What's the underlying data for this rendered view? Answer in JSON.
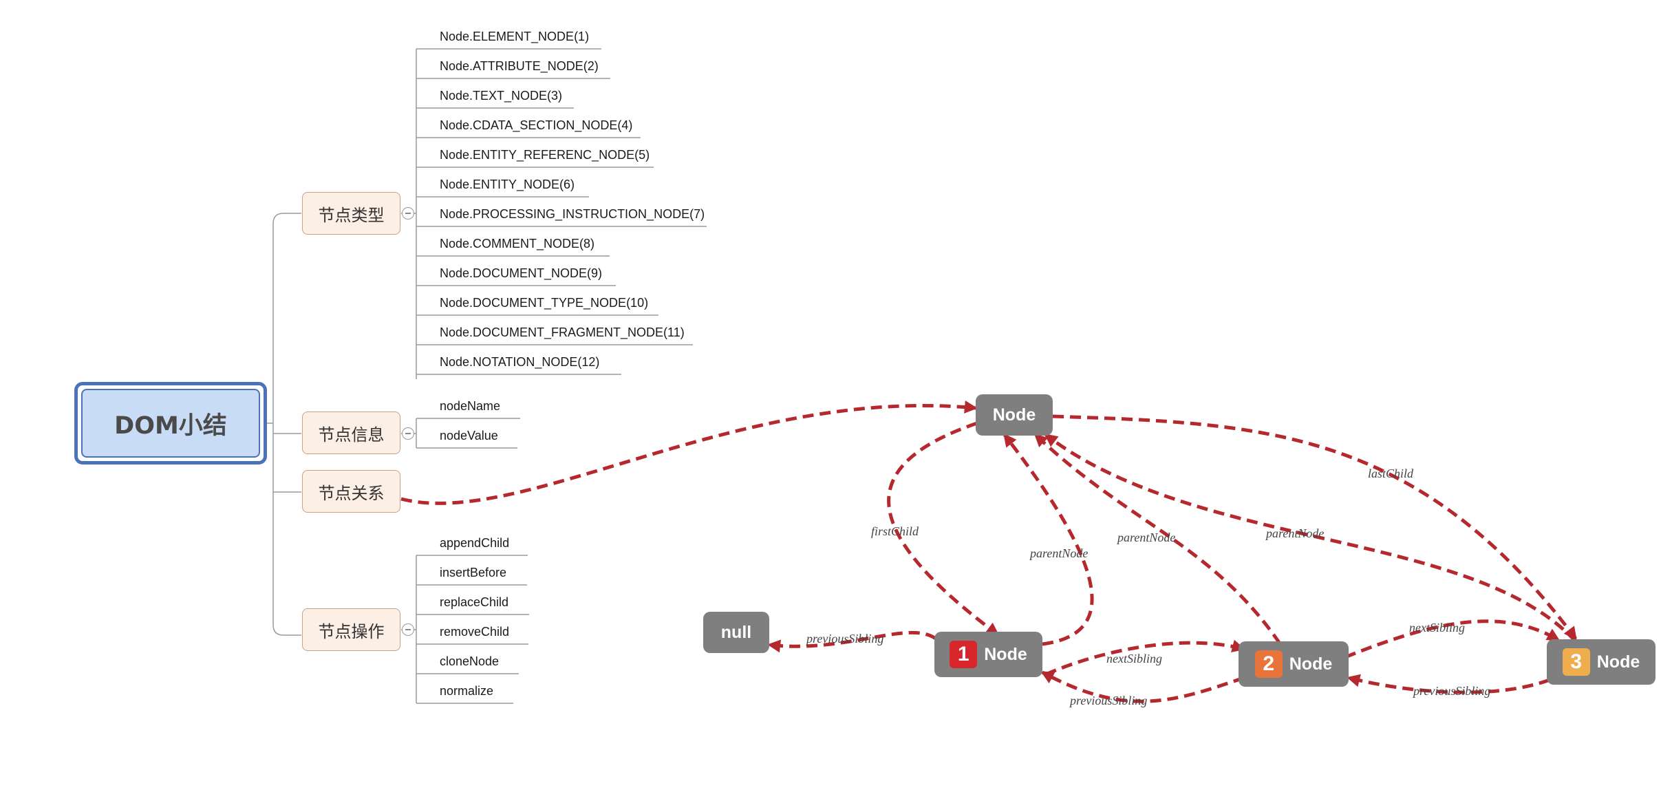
{
  "root": {
    "title": "DOM小结"
  },
  "node_types": {
    "label": "节点类型",
    "items": [
      "Node.ELEMENT_NODE(1)",
      "Node.ATTRIBUTE_NODE(2)",
      "Node.TEXT_NODE(3)",
      "Node.CDATA_SECTION_NODE(4)",
      "Node.ENTITY_REFERENC_NODE(5)",
      "Node.ENTITY_NODE(6)",
      "Node.PROCESSING_INSTRUCTION_NODE(7)",
      "Node.COMMENT_NODE(8)",
      "Node.DOCUMENT_NODE(9)",
      "Node.DOCUMENT_TYPE_NODE(10)",
      "Node.DOCUMENT_FRAGMENT_NODE(11)",
      "Node.NOTATION_NODE(12)"
    ]
  },
  "node_info": {
    "label": "节点信息",
    "items": [
      "nodeName",
      "nodeValue"
    ]
  },
  "node_relations": {
    "label": "节点关系"
  },
  "node_ops": {
    "label": "节点操作",
    "items": [
      "appendChild",
      "insertBefore",
      "replaceChild",
      "removeChild",
      "cloneNode",
      "normalize"
    ]
  },
  "relation_diagram": {
    "parent_node": "Node",
    "null_node": "null",
    "children": [
      {
        "badge": "1",
        "label": "Node",
        "badge_color": "#d9262c"
      },
      {
        "badge": "2",
        "label": "Node",
        "badge_color": "#e8743b"
      },
      {
        "badge": "3",
        "label": "Node",
        "badge_color": "#f0ad4e"
      }
    ],
    "edge_labels": {
      "firstChild": "firstChild",
      "lastChild": "lastChild",
      "parent1": "parentNode",
      "parent2": "parentNode",
      "parent3": "parentNode",
      "prevNull": "previousSibling",
      "next12": "nextSibling",
      "prev21": "previousSibling",
      "next23": "nextSibling",
      "prev32": "previousSibling"
    }
  },
  "colors": {
    "root_border": "#4a72b8",
    "root_fill": "#c9dcf6",
    "topic_fill": "#fcefe5",
    "topic_border": "#c9a083",
    "relation_line": "#b5292e",
    "graph_node": "#7f7f7f"
  }
}
